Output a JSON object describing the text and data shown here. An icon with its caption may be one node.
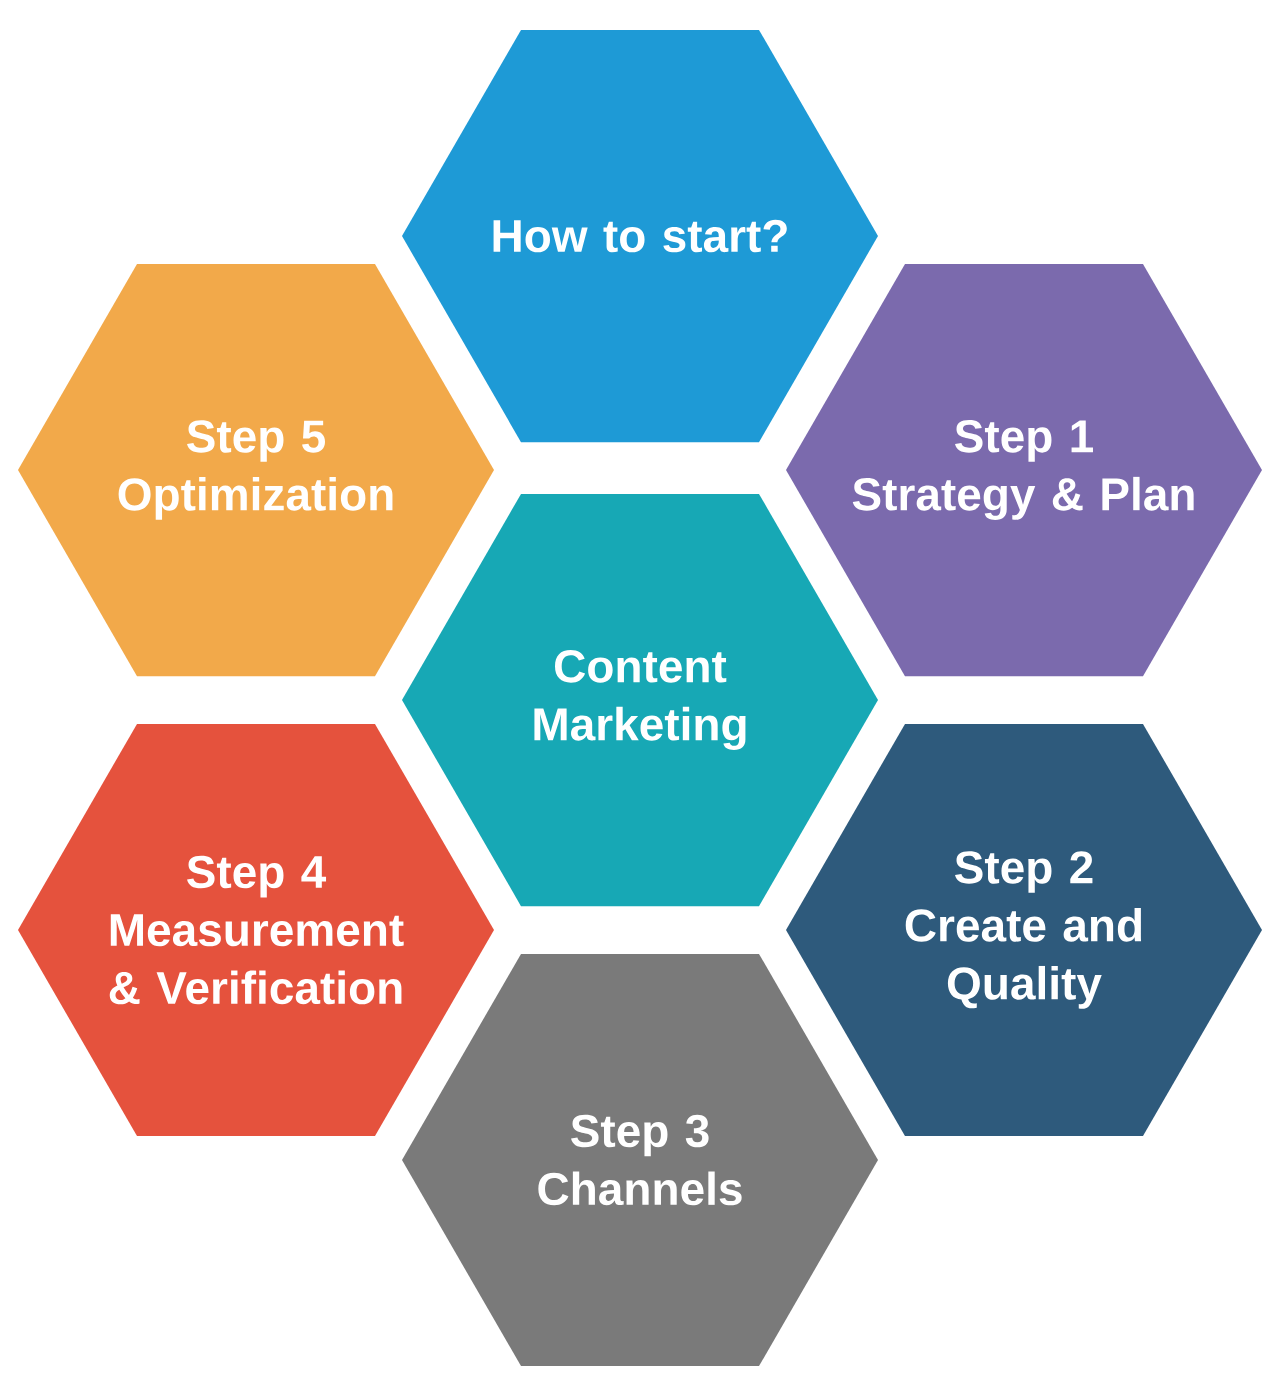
{
  "diagram": {
    "nodes": [
      {
        "text": [
          "How to start?"
        ]
      },
      {
        "text": [
          "Step 5",
          "Optimization"
        ]
      },
      {
        "text": [
          "Step 1",
          "Strategy & Plan"
        ]
      },
      {
        "text": [
          "Content Marketing"
        ]
      },
      {
        "text": [
          "Step 4",
          "Measurement & Verification"
        ]
      },
      {
        "text": [
          "Step 2",
          "Create and Quality"
        ]
      },
      {
        "text": [
          "Step 3",
          "Channels"
        ]
      }
    ]
  }
}
